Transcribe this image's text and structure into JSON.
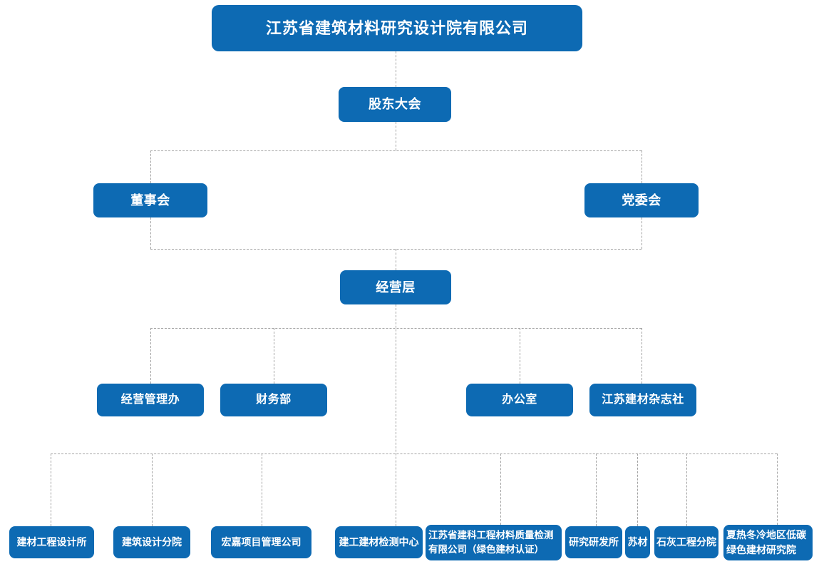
{
  "org_chart": {
    "root": {
      "label": "江苏省建筑材料研究设计院有限公司"
    },
    "governance": {
      "shareholders_meeting": {
        "label": "股东大会"
      },
      "board_of_directors": {
        "label": "董事会"
      },
      "party_committee": {
        "label": "党委会"
      },
      "management_level": {
        "label": "经营层"
      }
    },
    "departments": [
      {
        "label": "经营管理办"
      },
      {
        "label": "财务部"
      },
      {
        "label": "办公室"
      },
      {
        "label": "江苏建材杂志社"
      }
    ],
    "subsidiaries": [
      {
        "label": "建材工程设计所"
      },
      {
        "label": "建筑设计分院"
      },
      {
        "label": "宏嘉项目管理公司"
      },
      {
        "label": "建工建材检测中心"
      },
      {
        "label": "江苏省建科工程材料质量检测有限公司（绿色建材认证）"
      },
      {
        "label": "研究研发所"
      },
      {
        "label": "苏材"
      },
      {
        "label": "石灰工程分院"
      },
      {
        "label": "夏热冬冷地区低碳绿色建材研究院"
      }
    ],
    "colors": {
      "node_fill": "#0d6ab3",
      "node_text": "#ffffff",
      "connector": "#a3a3a3",
      "background": "#ffffff"
    }
  }
}
